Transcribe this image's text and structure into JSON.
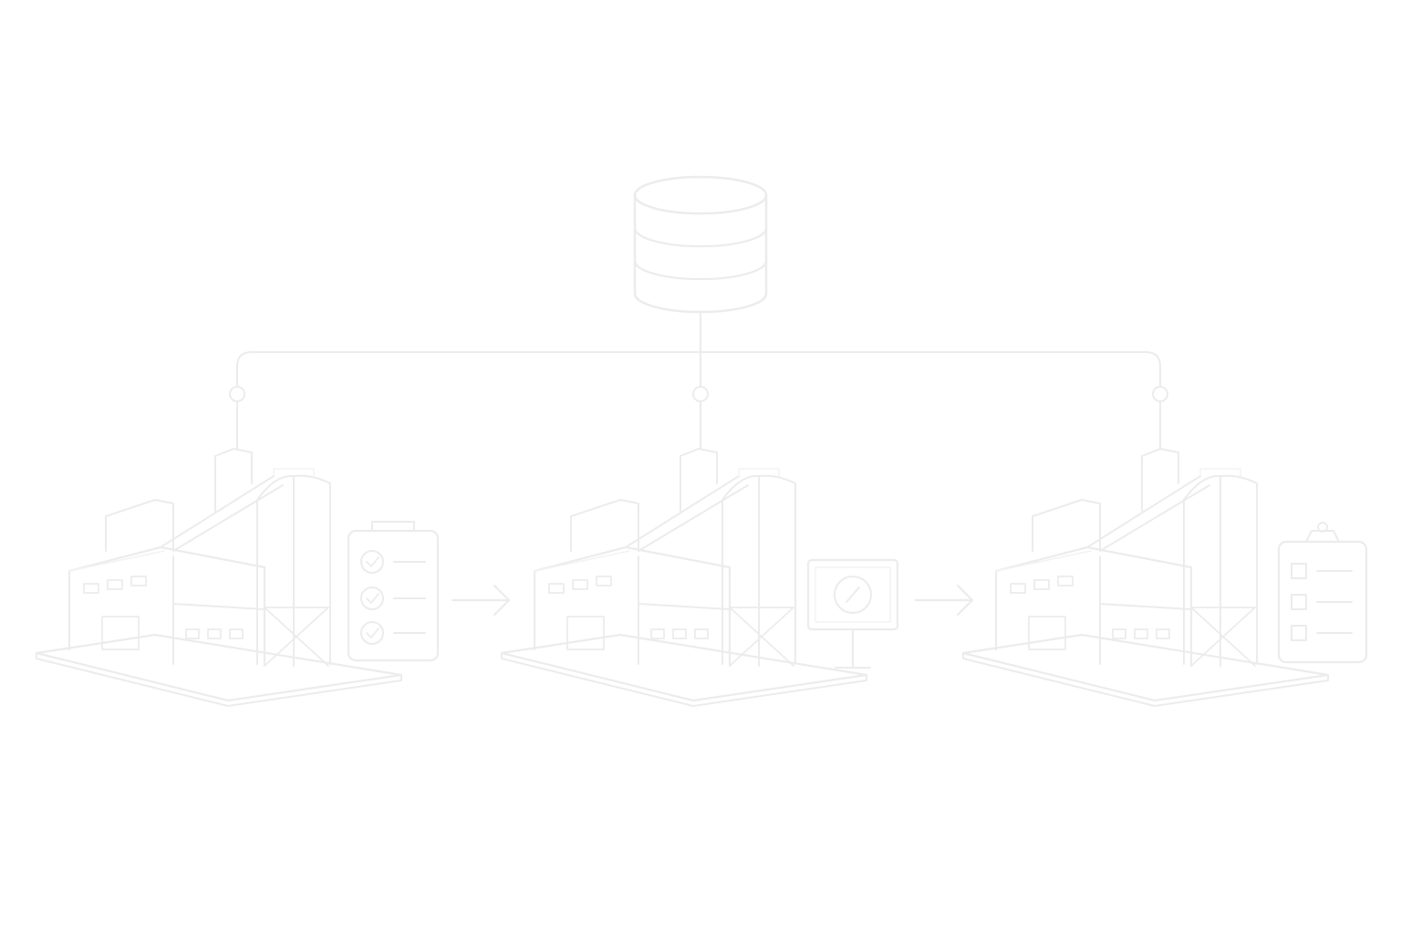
{
  "diagram": {
    "style": "faint line-art",
    "colors": {
      "background": "#ffffff",
      "stroke": "#ececec",
      "stroke_light": "#f3f3f3"
    },
    "root": {
      "icon": "database-icon"
    },
    "nodes": [
      {
        "id": "factory-1",
        "icon": "factory-icon",
        "accessory_icon": "checklist-clipboard-icon"
      },
      {
        "id": "factory-2",
        "icon": "factory-icon",
        "accessory_icon": "gauge-monitor-icon"
      },
      {
        "id": "factory-3",
        "icon": "factory-icon",
        "accessory_icon": "checkbox-clipboard-icon"
      }
    ],
    "connectors": {
      "from_root_to_each_node": true,
      "flow_arrows_between_nodes": 2
    }
  }
}
